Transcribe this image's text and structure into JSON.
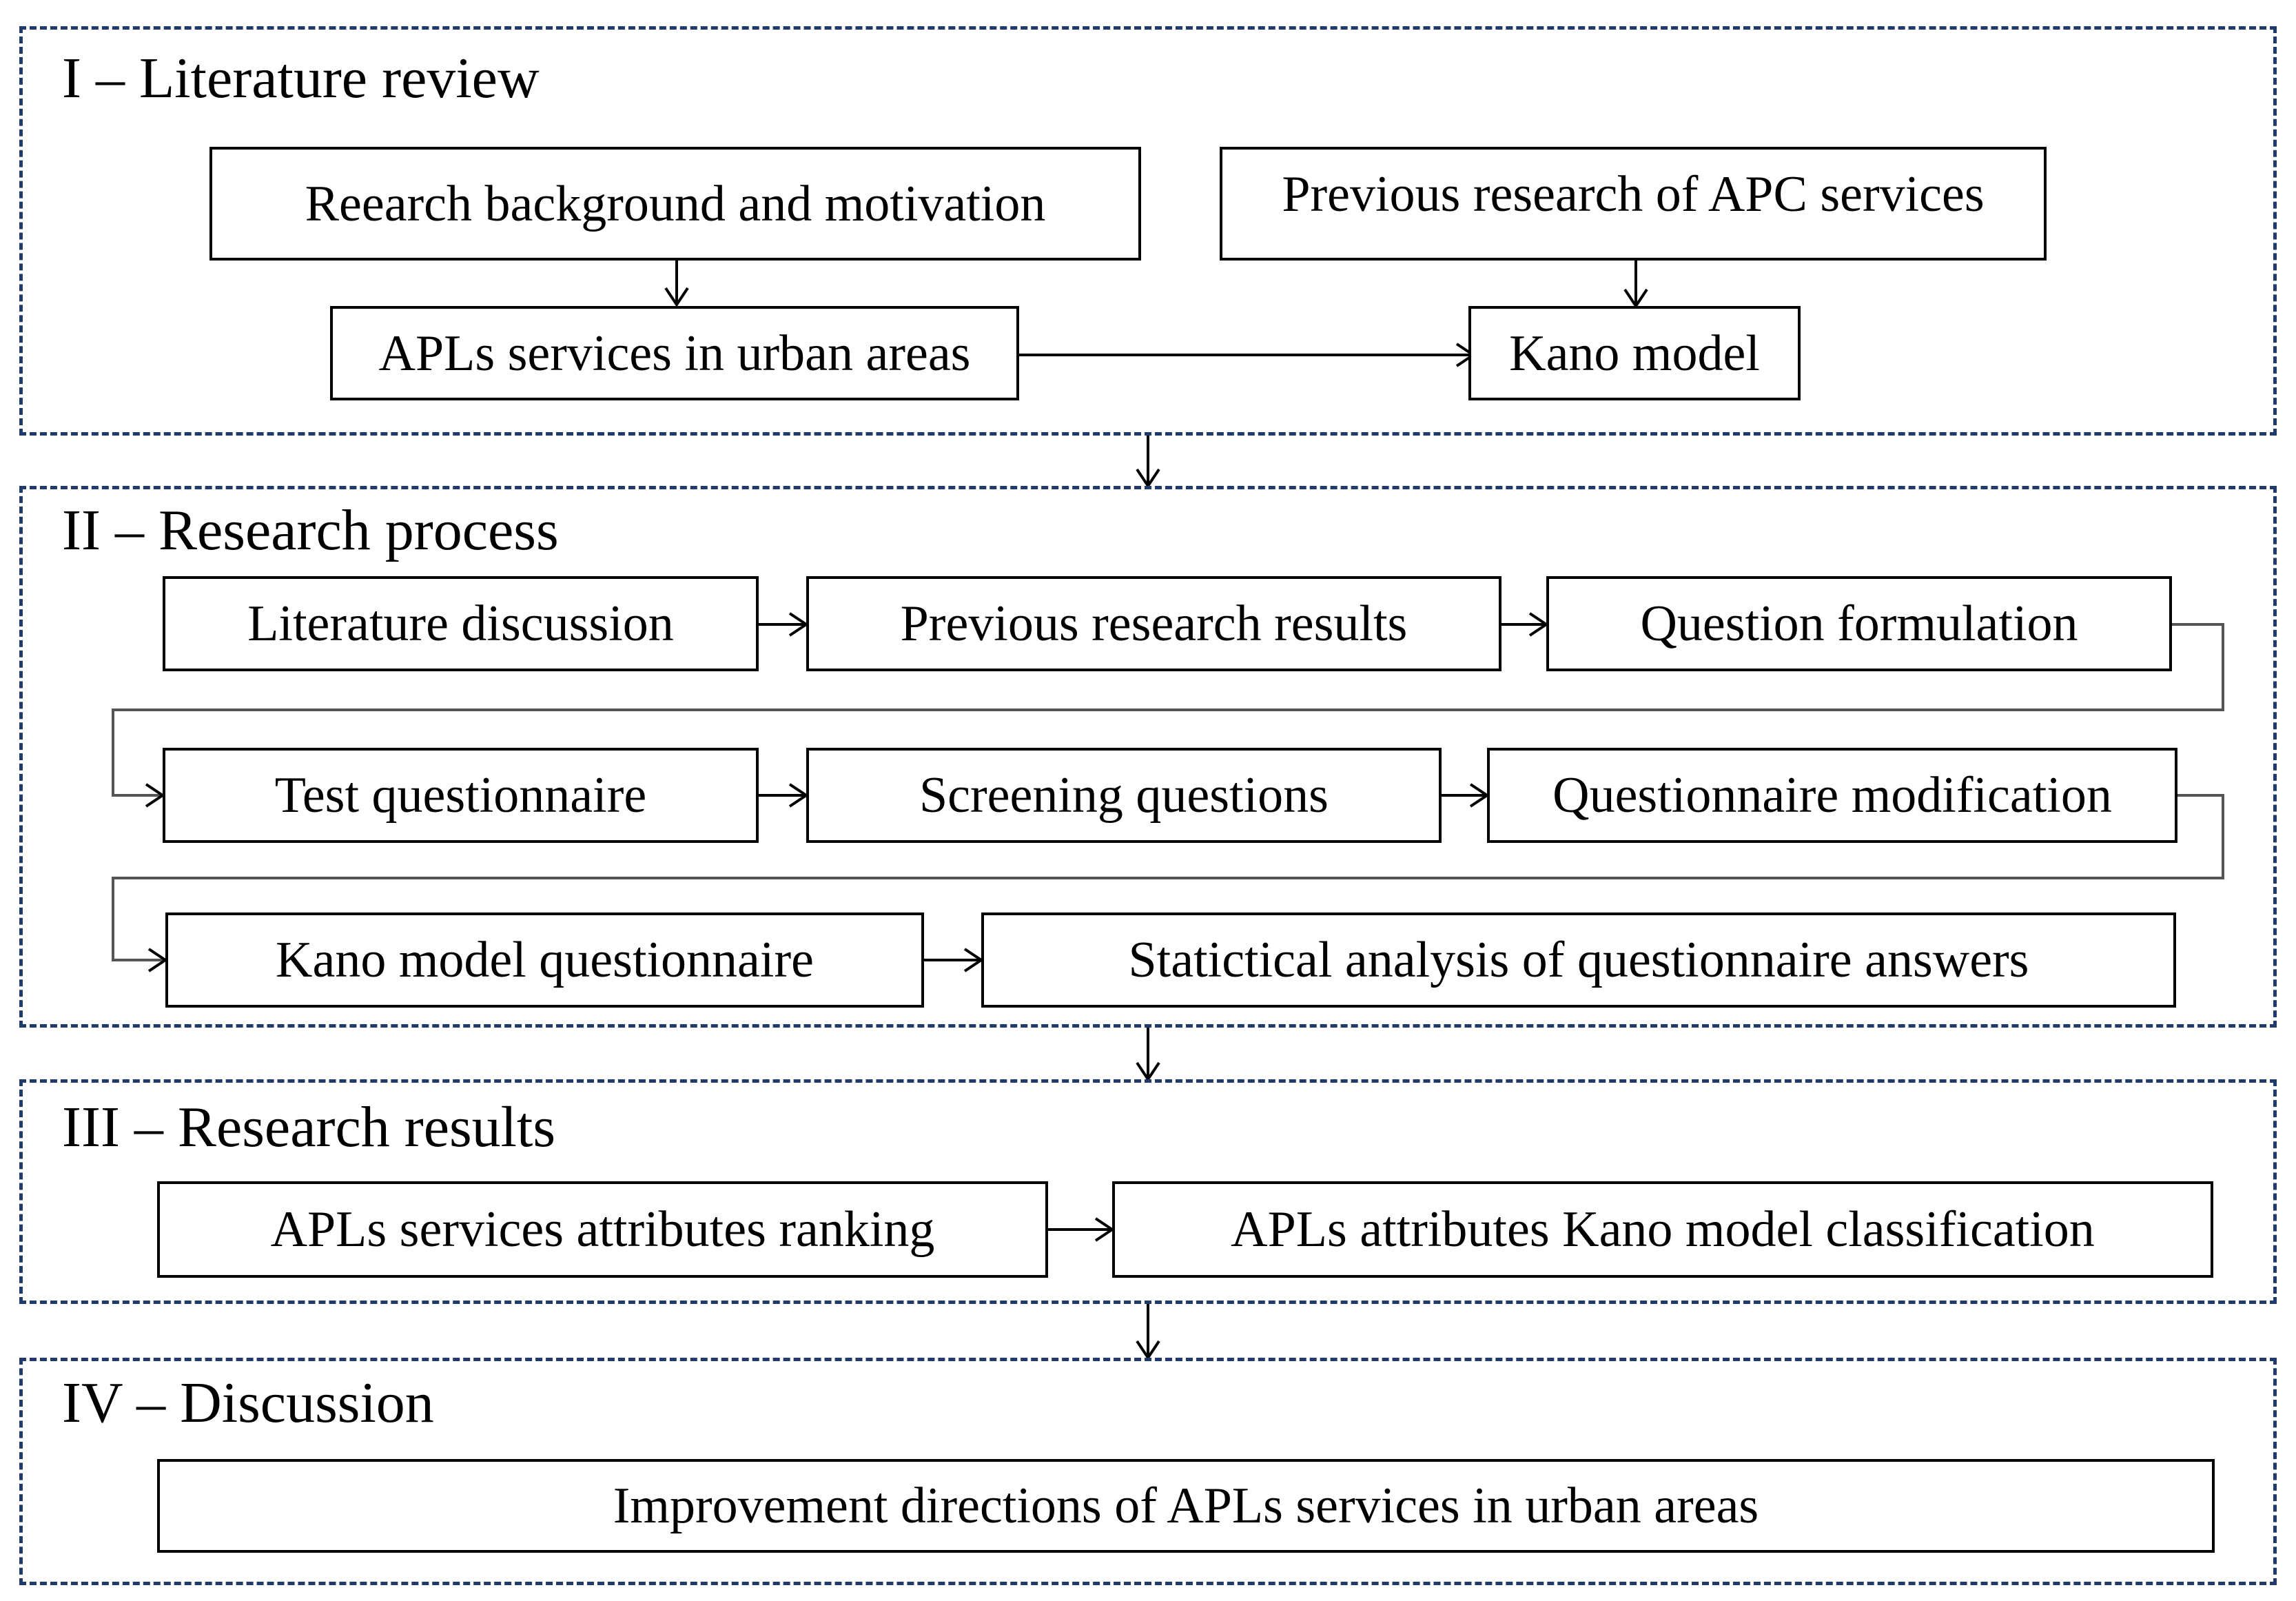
{
  "colors": {
    "section_border": "#1f3a6b",
    "box_border": "#000000",
    "arrow": "#000000",
    "connector": "#555555"
  },
  "sections": {
    "s1": {
      "title": "I – Literature review",
      "boxes": {
        "background": "Reearch background and motivation",
        "previous_apc": "Previous research of APC services",
        "apls_urban": "APLs services in urban areas",
        "kano_model": "Kano model"
      }
    },
    "s2": {
      "title": "II – Research process",
      "boxes": {
        "lit_discussion": "Literature discussion",
        "prev_results": "Previous research results",
        "question_form": "Question formulation",
        "test_q": "Test questionnaire",
        "screening": "Screening questions",
        "q_modification": "Questionnaire modification",
        "kano_q": "Kano model questionnaire",
        "stat_analysis": "Statictical analysis of questionnaire answers"
      }
    },
    "s3": {
      "title": "III – Research results",
      "boxes": {
        "ranking": "APLs services attributes ranking",
        "classification": "APLs attributes Kano model classification"
      }
    },
    "s4": {
      "title": "IV – Discussion",
      "boxes": {
        "improvement": "Improvement directions of APLs services in urban areas"
      }
    }
  }
}
